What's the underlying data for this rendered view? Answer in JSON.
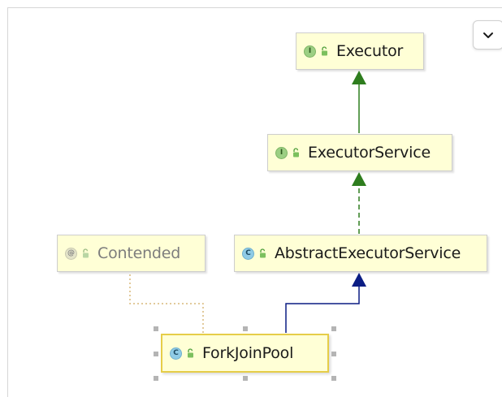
{
  "diagram": {
    "nodes": [
      {
        "id": "executor",
        "label": "Executor",
        "kind": "interface",
        "kind_letter": "I",
        "state": "normal"
      },
      {
        "id": "executor-service",
        "label": "ExecutorService",
        "kind": "interface",
        "kind_letter": "I",
        "state": "normal"
      },
      {
        "id": "contended",
        "label": "Contended",
        "kind": "annotation",
        "kind_letter": "@",
        "state": "dimmed"
      },
      {
        "id": "abstract-executor-service",
        "label": "AbstractExecutorService",
        "kind": "class",
        "kind_letter": "C",
        "state": "normal"
      },
      {
        "id": "fork-join-pool",
        "label": "ForkJoinPool",
        "kind": "class",
        "kind_letter": "C",
        "state": "selected"
      }
    ],
    "edges": [
      {
        "from": "executor-service",
        "to": "executor",
        "relation": "extends",
        "line": "solid",
        "arrow": "filled-triangle",
        "color": "#2e7d1e"
      },
      {
        "from": "abstract-executor-service",
        "to": "executor-service",
        "relation": "implements",
        "line": "dashed",
        "arrow": "filled-triangle",
        "color": "#2e7d1e"
      },
      {
        "from": "fork-join-pool",
        "to": "abstract-executor-service",
        "relation": "extends",
        "line": "solid",
        "arrow": "filled-triangle",
        "color": "#0b1d84"
      },
      {
        "from": "fork-join-pool",
        "to": "contended",
        "relation": "annotated-by",
        "line": "dotted",
        "arrow": "none",
        "color": "#d9b97a"
      }
    ]
  },
  "toolbar": {
    "collapse_icon": "chevron-down-icon"
  },
  "colors": {
    "node_fill": "#ffffd6",
    "node_border": "#cdcdcd",
    "selected_border": "#e6cd48",
    "interface_icon": "#9ccf83",
    "class_icon": "#8fcbe6",
    "annotation_icon": "#d8d8c8",
    "visibility_icon": "#4e9e3a"
  }
}
